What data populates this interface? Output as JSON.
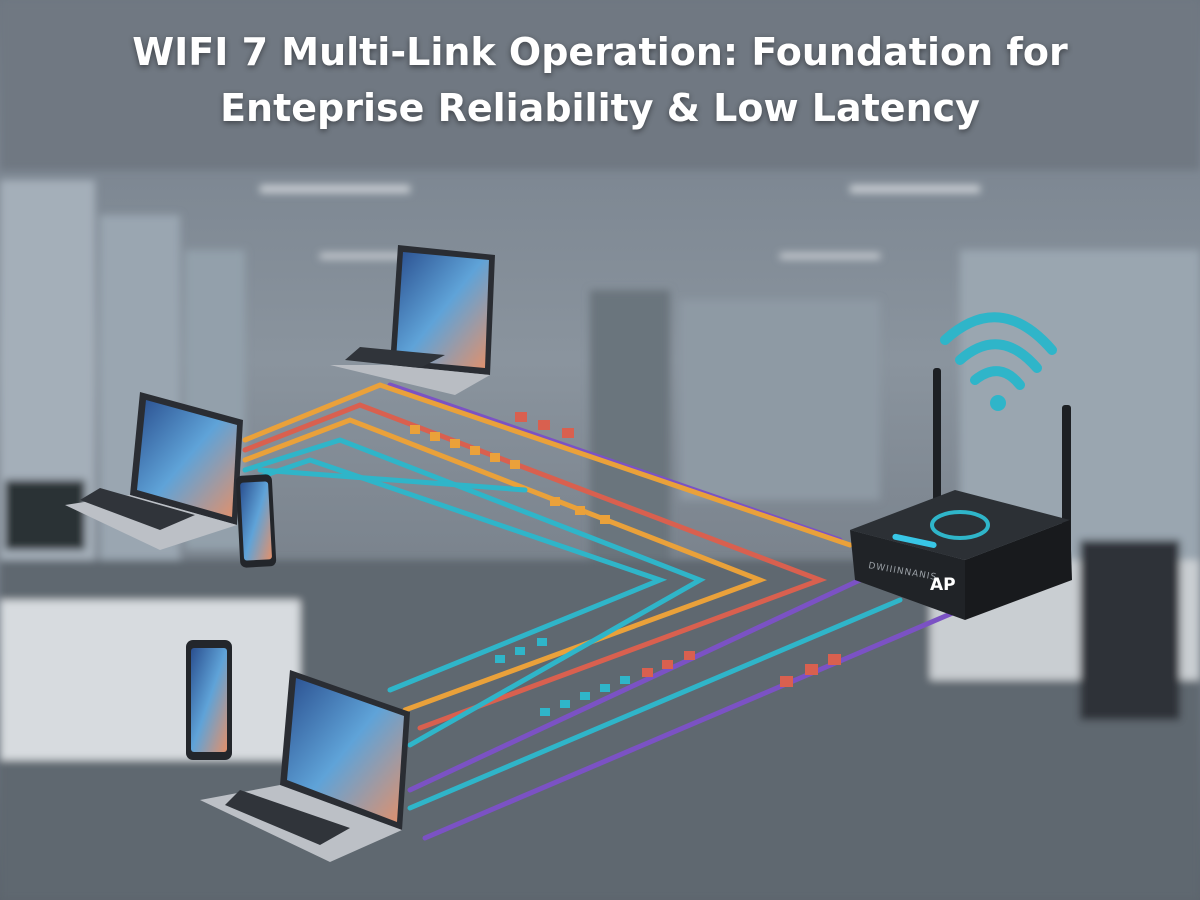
{
  "title": {
    "line1": "WIFI 7 Multi-Link Operation: Foundation for",
    "line2": "Enteprise Reliability & Low Latency"
  },
  "access_point": {
    "label": "AP",
    "brand_text": "DWIIINNANIS"
  },
  "colors": {
    "link_orange": "#eaa13a",
    "link_red": "#d9604f",
    "link_teal": "#2fb5c9",
    "link_purple": "#7b52c4",
    "wifi": "#2fb5c9"
  }
}
